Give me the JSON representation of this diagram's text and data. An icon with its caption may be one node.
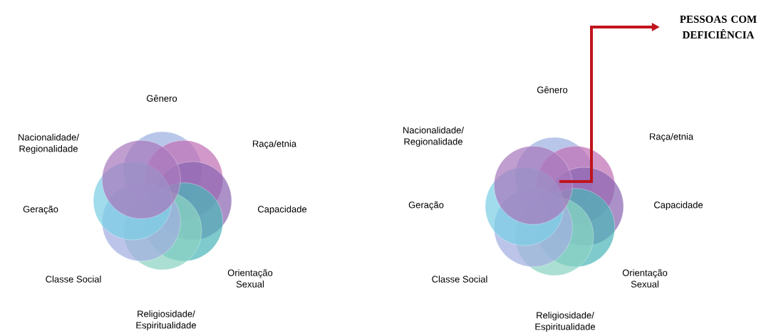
{
  "diagram": {
    "nodes": [
      {
        "text": [
          "PESSOAS COM DEFICIÊNCIA"
        ]
      },
      {
        "text": [],
        "shape": "picture"
      },
      {
        "text": [],
        "shape": "picture"
      }
    ],
    "edges": [
      {
        "from": 2,
        "to": 0,
        "arrow": "to"
      }
    ],
    "labels": [
      "Gênero",
      "Nacionalidade/ Regionalidade",
      "Raça/etnia",
      "Geração",
      "Capacidade",
      "Classe Social",
      "Orientação Sexual",
      "Religiosidade/ Espiritualidade",
      "Gênero",
      "Nacionalidade/ Regionalidade",
      "Raça/etnia",
      "Geração",
      "Capacidade",
      "Classe Social",
      "Orientação Sexual",
      "Religiosidade/ Espiritualidade"
    ]
  }
}
